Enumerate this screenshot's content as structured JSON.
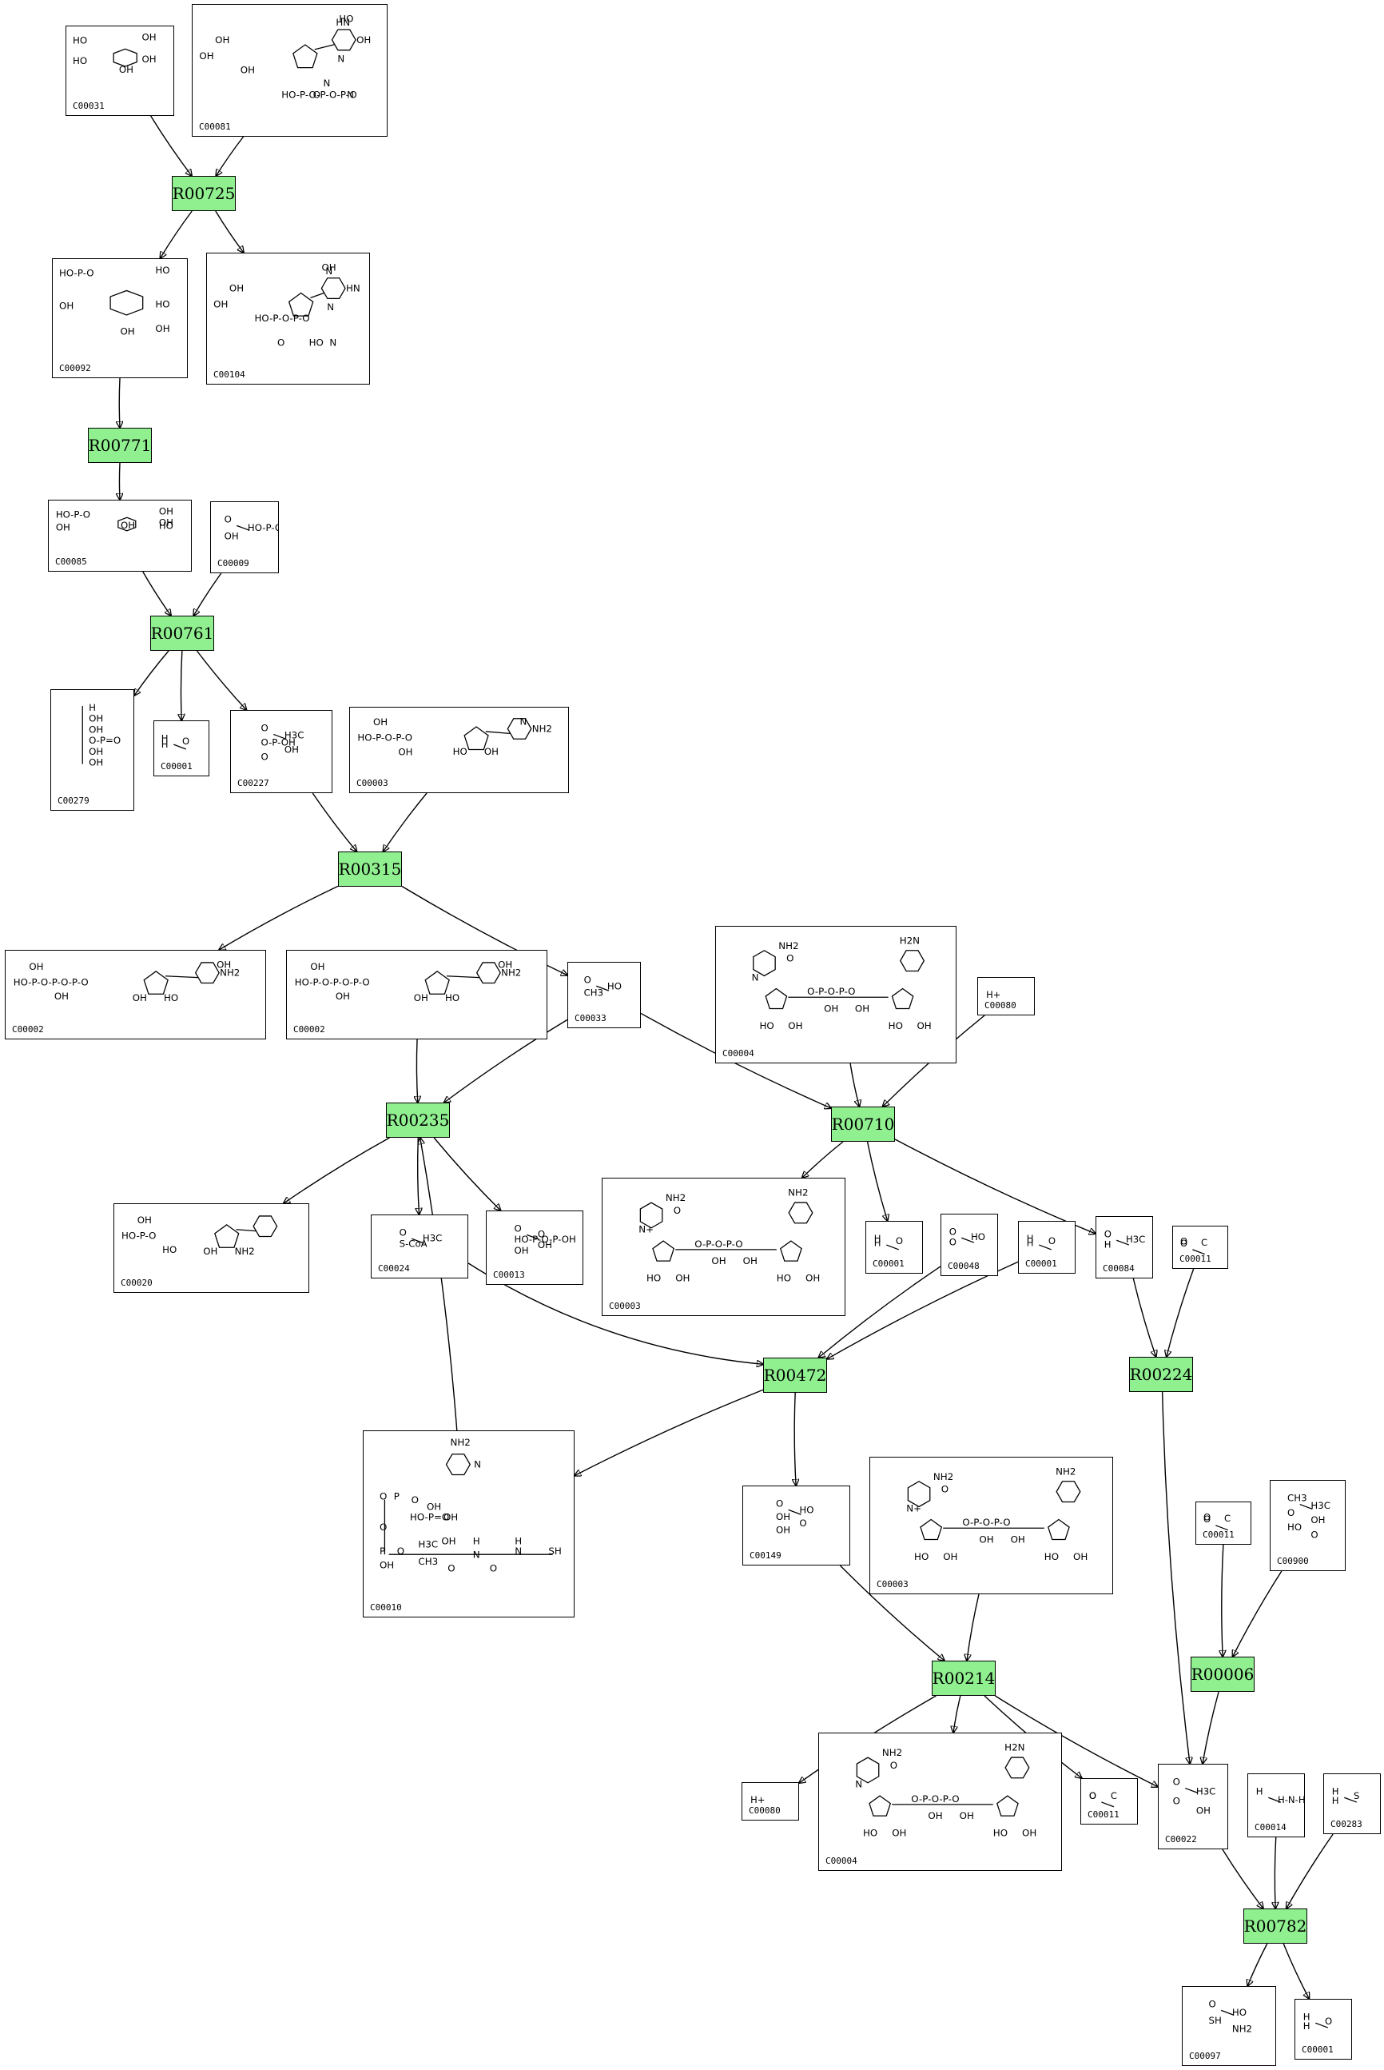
{
  "reactions": [
    {
      "id": "r1",
      "label": "R00725"
    },
    {
      "id": "r2",
      "label": "R00771"
    },
    {
      "id": "r3",
      "label": "R00761"
    },
    {
      "id": "r4",
      "label": "R00315"
    },
    {
      "id": "r5",
      "label": "R00235"
    },
    {
      "id": "r6",
      "label": "R00710"
    },
    {
      "id": "r7",
      "label": "R00472"
    },
    {
      "id": "r8",
      "label": "R00224"
    },
    {
      "id": "r9",
      "label": "R00214"
    },
    {
      "id": "r10",
      "label": "R00006"
    },
    {
      "id": "r11",
      "label": "R00782"
    }
  ],
  "compounds": [
    {
      "id": "c1",
      "label": "C00031",
      "kind": "sugar",
      "text": [
        "HO",
        "OH",
        "OH",
        "OH",
        "HO"
      ]
    },
    {
      "id": "c2",
      "label": "C00081",
      "kind": "nucleotide",
      "text": [
        "OH",
        "OH",
        "OH",
        "HO-P-O-P-O-P-O",
        "O",
        "HO",
        "OH",
        "HN",
        "N",
        "N",
        "N"
      ]
    },
    {
      "id": "c3",
      "label": "C00092",
      "kind": "sugar",
      "text": [
        "HO-P-O",
        "HO",
        "HO",
        "OH",
        "OH",
        "OH"
      ]
    },
    {
      "id": "c4",
      "label": "C00104",
      "kind": "nucleotide",
      "text": [
        "OH",
        "OH",
        "HO-P-O-P-O",
        "O",
        "HO",
        "OH",
        "HN",
        "N",
        "N",
        "N"
      ]
    },
    {
      "id": "c5",
      "label": "C00085",
      "kind": "sugar",
      "text": [
        "HO-P-O",
        "OH",
        "HO",
        "OH",
        "OH",
        "OH"
      ]
    },
    {
      "id": "c6",
      "label": "C00009",
      "kind": "small",
      "text": [
        "O",
        "HO-P-OH",
        "OH"
      ]
    },
    {
      "id": "c7",
      "label": "C00279",
      "kind": "chain",
      "text": [
        "H",
        "OH",
        "OH",
        "O-P=O",
        "OH",
        "OH"
      ]
    },
    {
      "id": "c8",
      "label": "C00001",
      "kind": "small",
      "text": [
        "H",
        "O",
        "H"
      ]
    },
    {
      "id": "c9",
      "label": "C00227",
      "kind": "small",
      "text": [
        "O",
        "H3C",
        "O-P-OH",
        "OH",
        "O"
      ]
    },
    {
      "id": "c10",
      "label": "C00003",
      "kind": "nucleotide",
      "text": [
        "HO-P-O-P-O",
        "OH",
        "OH",
        "HO",
        "OH",
        "N",
        "NH2"
      ]
    },
    {
      "id": "c11",
      "label": "C00002",
      "kind": "nucleotide",
      "text": [
        "HO-P-O-P-O-P-O",
        "OH",
        "OH",
        "OH",
        "HO",
        "OH",
        "NH2"
      ]
    },
    {
      "id": "c12",
      "label": "C00002",
      "kind": "nucleotide",
      "text": [
        "HO-P-O-P-O-P-O",
        "OH",
        "OH",
        "OH",
        "HO",
        "OH",
        "NH2"
      ]
    },
    {
      "id": "c13",
      "label": "C00033",
      "kind": "small",
      "text": [
        "O",
        "HO",
        "CH3"
      ]
    },
    {
      "id": "c14",
      "label": "C00004",
      "kind": "nad",
      "text": [
        "NH2",
        "O",
        "N",
        "O-P-O-P-O",
        "OH",
        "OH",
        "HO",
        "OH",
        "HO",
        "OH",
        "H2N"
      ]
    },
    {
      "id": "c15",
      "label": "C00080",
      "kind": "small",
      "text": [
        "H+"
      ]
    },
    {
      "id": "c16",
      "label": "C00020",
      "kind": "nucleotide",
      "text": [
        "HO-P-O",
        "OH",
        "HO",
        "OH",
        "NH2"
      ]
    },
    {
      "id": "c17",
      "label": "C00024",
      "kind": "small",
      "text": [
        "O",
        "H3C",
        "S-CoA"
      ]
    },
    {
      "id": "c18",
      "label": "C00013",
      "kind": "small",
      "text": [
        "O",
        "O",
        "HO-P-O-P-OH",
        "OH",
        "OH"
      ]
    },
    {
      "id": "c19",
      "label": "C00003",
      "kind": "nad",
      "text": [
        "NH2",
        "O",
        "N+",
        "O-P-O-P-O",
        "OH",
        "OH",
        "HO",
        "OH",
        "HO",
        "OH",
        "NH2"
      ]
    },
    {
      "id": "c20",
      "label": "C00001",
      "kind": "small",
      "text": [
        "H",
        "O",
        "H"
      ]
    },
    {
      "id": "c21",
      "label": "C00048",
      "kind": "small",
      "text": [
        "O",
        "HO",
        "O"
      ]
    },
    {
      "id": "c22",
      "label": "C00001",
      "kind": "small",
      "text": [
        "H",
        "O",
        "H"
      ]
    },
    {
      "id": "c23",
      "label": "C00084",
      "kind": "small",
      "text": [
        "O",
        "H3C",
        "H"
      ]
    },
    {
      "id": "c24",
      "label": "C00011",
      "kind": "small",
      "text": [
        "O",
        "C",
        "O"
      ]
    },
    {
      "id": "c25",
      "label": "C00010",
      "kind": "coa",
      "text": [
        "NH2",
        "N",
        "O",
        "P",
        "O",
        "OH",
        "HO-P=O",
        "OH",
        "O",
        "P",
        "O",
        "OH",
        "H3C",
        "CH3",
        "OH",
        "H",
        "N",
        "O",
        "N",
        "SH",
        "H",
        "O"
      ]
    },
    {
      "id": "c26",
      "label": "C00149",
      "kind": "small",
      "text": [
        "O",
        "HO",
        "OH",
        "O",
        "OH"
      ]
    },
    {
      "id": "c27",
      "label": "C00003",
      "kind": "nad",
      "text": [
        "NH2",
        "O",
        "N+",
        "O-P-O-P-O",
        "OH",
        "OH",
        "HO",
        "OH",
        "HO",
        "OH",
        "NH2"
      ]
    },
    {
      "id": "c28",
      "label": "C00011",
      "kind": "small",
      "text": [
        "O",
        "C",
        "O"
      ]
    },
    {
      "id": "c29",
      "label": "C00900",
      "kind": "small",
      "text": [
        "CH3",
        "H3C",
        "O",
        "OH",
        "HO",
        "O"
      ]
    },
    {
      "id": "c30",
      "label": "C00080",
      "kind": "small",
      "text": [
        "H+"
      ]
    },
    {
      "id": "c31",
      "label": "C00004",
      "kind": "nad",
      "text": [
        "NH2",
        "O",
        "N",
        "O-P-O-P-O",
        "OH",
        "OH",
        "HO",
        "OH",
        "HO",
        "OH",
        "H2N"
      ]
    },
    {
      "id": "c32",
      "label": "C00011",
      "kind": "small",
      "text": [
        "O",
        "C",
        "O"
      ]
    },
    {
      "id": "c33",
      "label": "C00022",
      "kind": "small",
      "text": [
        "O",
        "H3C",
        "O",
        "OH"
      ]
    },
    {
      "id": "c34",
      "label": "C00014",
      "kind": "small",
      "text": [
        "H",
        "H-N-H"
      ]
    },
    {
      "id": "c35",
      "label": "C00283",
      "kind": "small",
      "text": [
        "H",
        "S",
        "H"
      ]
    },
    {
      "id": "c36",
      "label": "C00097",
      "kind": "small",
      "text": [
        "O",
        "HO",
        "SH",
        "NH2"
      ]
    },
    {
      "id": "c37",
      "label": "C00001",
      "kind": "small",
      "text": [
        "H",
        "O",
        "H"
      ]
    }
  ],
  "edges": [
    [
      "c1",
      "r1"
    ],
    [
      "c2",
      "r1"
    ],
    [
      "r1",
      "c3"
    ],
    [
      "r1",
      "c4"
    ],
    [
      "c3",
      "r2"
    ],
    [
      "r2",
      "c5"
    ],
    [
      "c5",
      "r3"
    ],
    [
      "c6",
      "r3"
    ],
    [
      "r3",
      "c7"
    ],
    [
      "r3",
      "c8"
    ],
    [
      "r3",
      "c9"
    ],
    [
      "c9",
      "r4"
    ],
    [
      "c10",
      "r4"
    ],
    [
      "r4",
      "c11"
    ],
    [
      "r4",
      "c13"
    ],
    [
      "c12",
      "r5"
    ],
    [
      "c13",
      "r5"
    ],
    [
      "c25",
      "r5"
    ],
    [
      "r5",
      "c16"
    ],
    [
      "r5",
      "c17"
    ],
    [
      "r5",
      "c18"
    ],
    [
      "c13",
      "r6"
    ],
    [
      "c14",
      "r6"
    ],
    [
      "c15",
      "r6"
    ],
    [
      "r6",
      "c19"
    ],
    [
      "r6",
      "c20"
    ],
    [
      "r6",
      "c23"
    ],
    [
      "c17",
      "r7"
    ],
    [
      "c21",
      "r7"
    ],
    [
      "c22",
      "r7"
    ],
    [
      "r7",
      "c25"
    ],
    [
      "r7",
      "c26"
    ],
    [
      "c23",
      "r8"
    ],
    [
      "c24",
      "r8"
    ],
    [
      "r8",
      "c33"
    ],
    [
      "c26",
      "r9"
    ],
    [
      "c27",
      "r9"
    ],
    [
      "r9",
      "c30"
    ],
    [
      "r9",
      "c31"
    ],
    [
      "r9",
      "c32"
    ],
    [
      "r9",
      "c33"
    ],
    [
      "c28",
      "r10"
    ],
    [
      "c29",
      "r10"
    ],
    [
      "r10",
      "c33"
    ],
    [
      "c33",
      "r11"
    ],
    [
      "c34",
      "r11"
    ],
    [
      "c35",
      "r11"
    ],
    [
      "r11",
      "c36"
    ],
    [
      "r11",
      "c37"
    ]
  ]
}
